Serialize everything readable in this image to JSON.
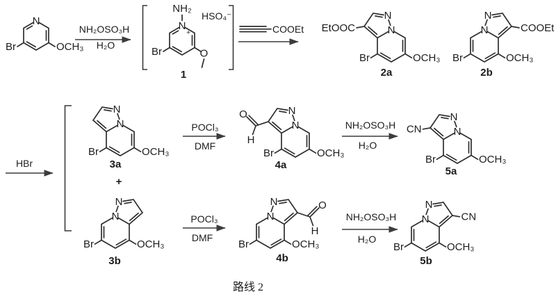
{
  "scheme": {
    "caption": "路线 2",
    "atoms": {
      "n": "N",
      "br": "Br",
      "och3": "OCH₃",
      "o": "O",
      "h": "H",
      "cn": "CN",
      "nh2": "NH₂",
      "plus_charge": "+",
      "hso4": "HSO₄⁻",
      "etooc": "EtOOC",
      "cooet": "COOEt"
    },
    "reagents": {
      "nh2oso3h": "NH₂OSO₃H",
      "h2o": "H₂O",
      "cooet": "COOEt",
      "hbr": "HBr",
      "pocl3": "POCl₃",
      "dmf": "DMF"
    },
    "labels": {
      "c1": "1",
      "c2a": "2a",
      "c2b": "2b",
      "c3a": "3a",
      "c3b": "3b",
      "c4a": "4a",
      "c4b": "4b",
      "c5a": "5a",
      "c5b": "5b"
    },
    "plus_sign": "+"
  }
}
